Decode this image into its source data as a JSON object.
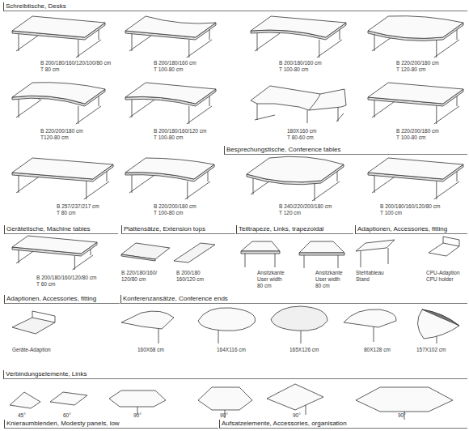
{
  "diagram": {
    "labels": [
      "Schreibtische, Desks",
      "B 200/180/160/120/100/80 cm",
      "T 80 cm",
      "B 200/180/160 cm",
      "T 100-80 cm",
      "B 200/180/160 cm",
      "T 100-80 cm",
      "B 220/200/180 cm",
      "T 120-80 cm",
      "B 220/200/180 cm",
      "T120-80 cm",
      "B 200/180/160/120 cm",
      "T 100-80 cm",
      "180X160 cm",
      "T 80-60 cm",
      "B 220/200/180 cm",
      "T 100-80 cm",
      "Besprechungstische, Conference tables",
      "B 257/237/217 cm",
      "T 80 cm",
      "B 220/200/180 cm",
      "T 100-80 cm",
      "B 240/220/200/180 cm",
      "T 120 cm",
      "B 200/180/160/120/80 cm",
      "T 100 cm",
      "Gerätetische, Machine tables",
      "Plattensätze, Extension tops",
      "Teiltrapeze, Links, trapezoidal",
      "Adaptionen, Accessories, fitting",
      "B 200/180/160/120/80 cm",
      "T 60 cm",
      "B 220/180/160/",
      "120/80 cm",
      "B 200/180",
      "160/120 cm",
      "Ansitzkante",
      "User width",
      "80 cm",
      "Ansitzkante",
      "User width",
      "80 cm",
      "Stehtableau",
      "Stand",
      "CPU-Adaption",
      "CPU holder",
      "Adaptionen, Accessories, fitting",
      "Konferenzansätze, Conference ends",
      "Geräte-Adaption",
      "160X68 cm",
      "164X116 cm",
      "165X126 cm",
      "80X128 cm",
      "157X102 cm",
      "Verbindungselemente, Links",
      "45°",
      "60°",
      "90°",
      "90°",
      "90°",
      "90°",
      "Knieraumblenden, Modesty panels, low",
      "Aufsatzelemente, Accessories, organisation"
    ]
  }
}
